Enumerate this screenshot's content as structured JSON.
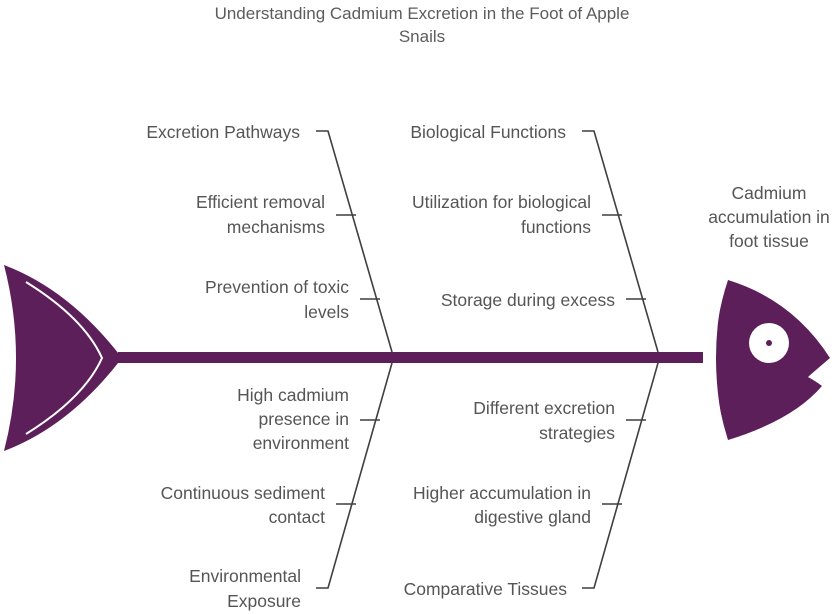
{
  "title": {
    "line1": "Understanding Cadmium Excretion in the Foot of Apple",
    "line2": "Snails"
  },
  "effect": {
    "line1": "Cadmium",
    "line2": "accumulation in",
    "line3": "foot tissue"
  },
  "categories": {
    "top_left": {
      "name": "Excretion Pathways",
      "causes": [
        [
          "Efficient removal",
          "mechanisms"
        ],
        [
          "Prevention of toxic",
          "levels"
        ]
      ]
    },
    "top_right": {
      "name": "Biological Functions",
      "causes": [
        [
          "Utilization for biological",
          "functions"
        ],
        [
          "Storage during excess"
        ]
      ]
    },
    "bottom_left": {
      "name": [
        "Environmental",
        "Exposure"
      ],
      "causes": [
        [
          "High cadmium",
          "presence in",
          "environment"
        ],
        [
          "Continuous sediment",
          "contact"
        ]
      ]
    },
    "bottom_right": {
      "name": "Comparative Tissues",
      "causes": [
        [
          "Different excretion",
          "strategies"
        ],
        [
          "Higher accumulation in",
          "digestive gland"
        ]
      ]
    }
  },
  "colors": {
    "fish": "#5c1f5a",
    "bone_line": "#3f3f3f",
    "text": "#555555"
  }
}
